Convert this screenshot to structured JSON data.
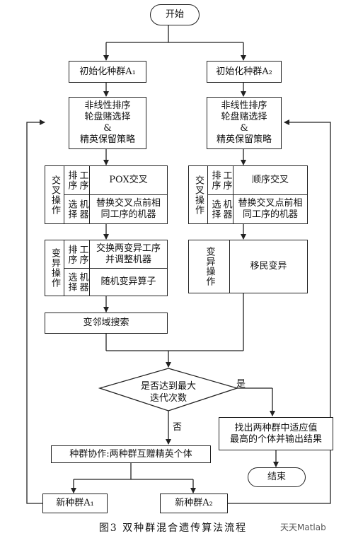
{
  "nodes": {
    "start": "开始",
    "init_a1": "初始化种群A₁",
    "init_a2": "初始化种群A₂",
    "select_left": [
      "非线性排序",
      "轮盘赌选择",
      "&",
      "精英保留策略"
    ],
    "select_right": [
      "非线性排序",
      "轮盘赌选择",
      "&",
      "精英保留策略"
    ],
    "crossover_left": {
      "title": "交叉操作",
      "row1_label": "工序排序",
      "row1_text": "POX交叉",
      "row2_label": "机器选择",
      "row2_text": [
        "替换交叉点前相",
        "同工序的机器"
      ]
    },
    "crossover_right": {
      "title": "交叉操作",
      "row1_label": "工序排序",
      "row1_text": "顺序交叉",
      "row2_label": "机器选择",
      "row2_text": [
        "替换交叉点前相",
        "同工序的机器"
      ]
    },
    "mutation_left": {
      "title": "变异操作",
      "row1_label": "工序排序",
      "row1_text": [
        "交换两变异工序",
        "并调整机器"
      ],
      "row2_label": "机器选择",
      "row2_text": "随机变异算子"
    },
    "mutation_right": {
      "title": "变异操作",
      "text": "移民变异"
    },
    "neighborhood": "变邻域搜索",
    "decision": [
      "是否达到最大",
      "迭代次数"
    ],
    "yes": "是",
    "no": "否",
    "output": [
      "找出两种群中适应值",
      "最高的个体并输出结果"
    ],
    "end": "结束",
    "cooperate": "种群协作:两种群互赠精英个体",
    "new_a1": "新种群A₁",
    "new_a2": "新种群A₂"
  },
  "caption": "图3   双种群混合遗传算法流程",
  "watermark": "天天Matlab"
}
